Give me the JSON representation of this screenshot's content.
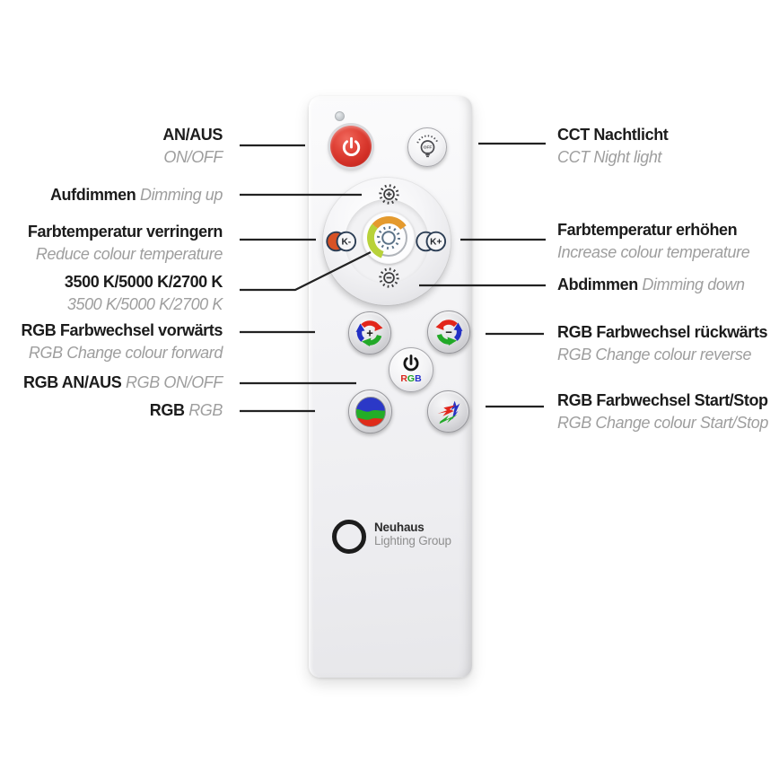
{
  "labels": {
    "left": [
      {
        "title": "AN/AUS",
        "subtitle": "ON/OFF"
      },
      {
        "title": "Aufdimmen",
        "subtitle": "Dimming up"
      },
      {
        "title": "Farbtemperatur verringern",
        "subtitle": "Reduce colour temperature"
      },
      {
        "title": "3500 K/5000 K/2700 K",
        "subtitle": "3500 K/5000 K/2700 K"
      },
      {
        "title": "RGB Farbwechsel vorwärts",
        "subtitle": "RGB Change colour forward"
      },
      {
        "title": "RGB AN/AUS",
        "subtitle": "RGB ON/OFF"
      },
      {
        "title": "RGB",
        "subtitle": "RGB"
      }
    ],
    "right": [
      {
        "title": "CCT Nachtlicht",
        "subtitle": "CCT Night light"
      },
      {
        "title": "Farbtemperatur erhöhen",
        "subtitle": "Increase colour temperature"
      },
      {
        "title": "Abdimmen",
        "subtitle": "Dimming down"
      },
      {
        "title": "RGB Farbwechsel rückwärts",
        "subtitle": "RGB Change colour reverse"
      },
      {
        "title": "RGB Farbwechsel Start/Stop",
        "subtitle": "RGB Change colour Start/Stop"
      }
    ]
  },
  "remote": {
    "night_button_text": "OFF",
    "k_minus_label": "K-",
    "k_plus_label": "K+",
    "forward_sign": "+",
    "reverse_sign": "−",
    "rgb_letters": {
      "r": "R",
      "g": "G",
      "b": "B"
    },
    "logo": {
      "name": "Neuhaus",
      "subtitle": "Lighting Group"
    }
  },
  "colors": {
    "power_button_red": "#d02d24",
    "cct_warm_orange": "#e49a2e",
    "cct_cool_green": "#b8d23a",
    "cct_sun_slate": "#5b7287",
    "rgb_red": "#e2261b",
    "rgb_green": "#22a928",
    "rgb_blue": "#2330c4",
    "label_text": "#1c1c1c",
    "label_subtext": "#9e9e9e"
  }
}
